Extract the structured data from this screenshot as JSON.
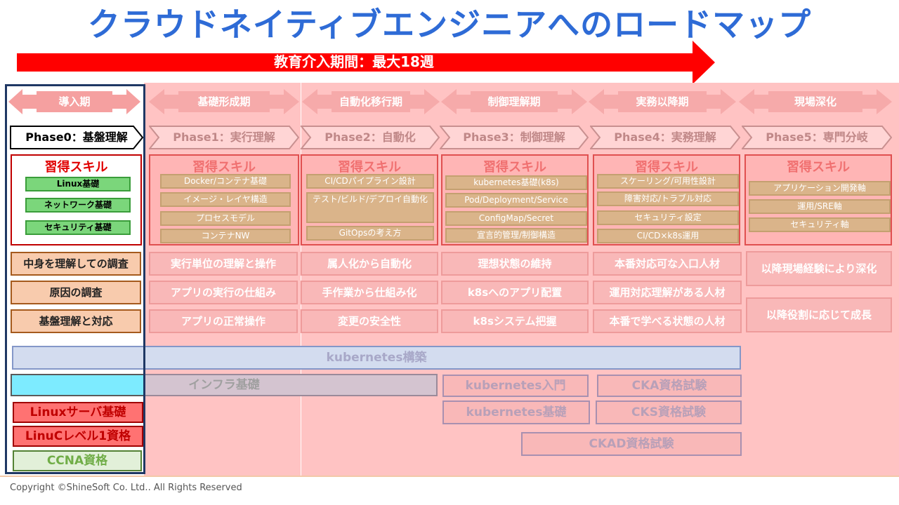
{
  "title": "クラウドネイティブエンジニアへのロードマップ",
  "duration_banner": "教育介入期間：最大18週",
  "periods": [
    "導入期",
    "基礎形成期",
    "自動化移行期",
    "制御理解期",
    "実務以降期",
    "現場深化"
  ],
  "phases": [
    "Phase0：基盤理解",
    "Phase1：実行理解",
    "Phase2：自動化",
    "Phase3：制御理解",
    "Phase4：実務理解",
    "Phase5：専門分岐"
  ],
  "skill_heading": "習得スキル",
  "skills": [
    [
      "Linux基礎",
      "ネットワーク基礎",
      "セキュリティ基礎"
    ],
    [
      "Docker/コンテナ基礎",
      "イメージ・レイヤ構造",
      "プロセスモデル",
      "コンテナNW"
    ],
    [
      "CI/CDパイプライン設計",
      "テスト/ビルド/デプロイ自動化",
      "GitOpsの考え方"
    ],
    [
      "kubernetes基礎(k8s)",
      "Pod/Deployment/Service",
      "ConfigMap/Secret",
      "宣言的管理/制御構造"
    ],
    [
      "スケーリング/可用性設計",
      "障害対応/トラブル対応",
      "セキュリティ設定",
      "CI/CD×k8s運用"
    ],
    [
      "アプリケーション開発軸",
      "運用/SRE軸",
      "セキュリティ軸"
    ]
  ],
  "rows": [
    [
      "中身を理解しての調査",
      "原因の調査",
      "基盤理解と対応"
    ],
    [
      "実行単位の理解と操作",
      "アプリの実行の仕組み",
      "アプリの正常操作"
    ],
    [
      "属人化から自動化",
      "手作業から仕組み化",
      "変更の安全性"
    ],
    [
      "理想状態の維持",
      "k8sへのアプリ配置",
      "k8sシステム把握"
    ],
    [
      "本番対応可な入口人材",
      "運用対応理解がある人材",
      "本番で学べる状態の人材"
    ],
    [
      "以降現場経験により深化",
      "以降役割に応じて成長"
    ]
  ],
  "courses": {
    "kubernetes_build": "kubernetes構築",
    "infra_basics": "インフラ基礎",
    "k8s_intro": "kubernetes入門",
    "cka": "CKA資格試験",
    "k8s_basics": "kubernetes基礎",
    "cks": "CKS資格試験",
    "ckad": "CKAD資格試験",
    "linux_server": "Linuxサーバ基礎",
    "linuc": "LinuCレベル1資格",
    "ccna": "CCNA資格"
  },
  "copyright": "Copyright ©ShineSoft Co. Ltd.. All Rights Reserved",
  "colors": {
    "title": "#2E6BD6",
    "banner_arrow": "#FF0000",
    "faded_background": "#FFC3C3",
    "phase0_frame": "#1F3864",
    "skill_red": "#E00000"
  }
}
